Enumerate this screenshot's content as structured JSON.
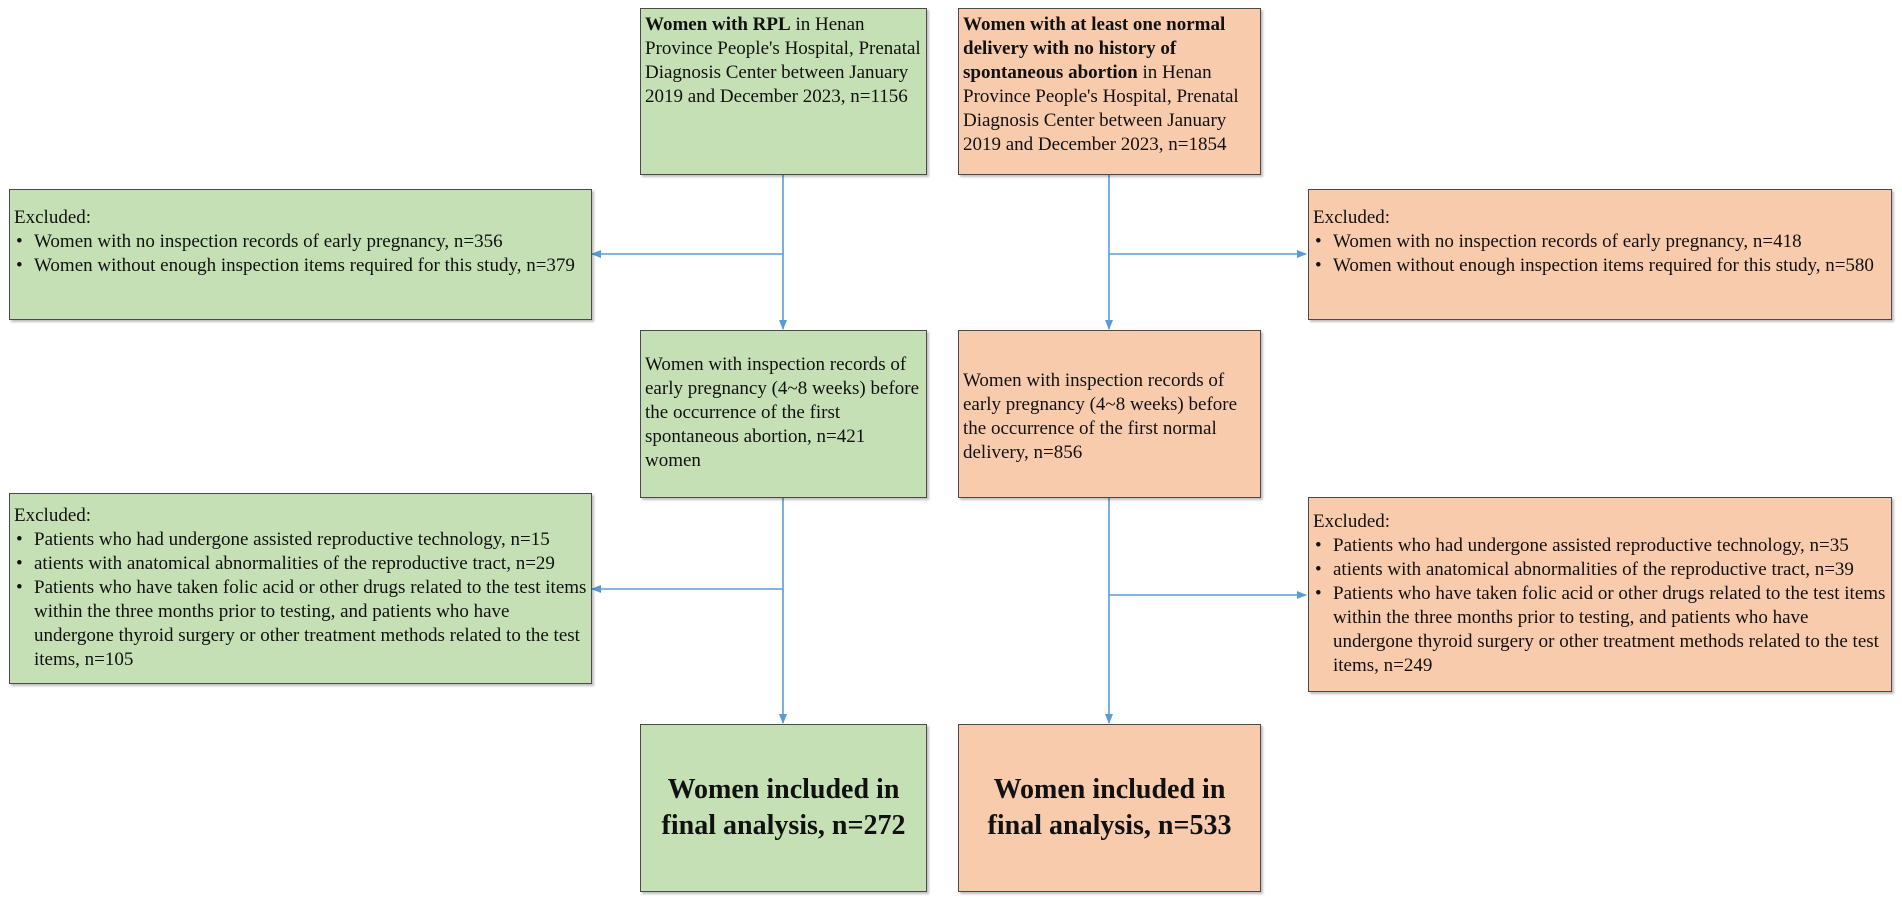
{
  "colors": {
    "green": "#c5e0b4",
    "orange": "#f8cbad",
    "arrow": "#5b9bd5"
  },
  "left": {
    "top_bold": "Women with RPL",
    "top_rest": " in Henan Province People's Hospital, Prenatal Diagnosis Center between January 2019 and December 2023, n=1156",
    "excluded1": {
      "title": "Excluded:",
      "items": [
        "Women with no inspection records of early pregnancy, n=356",
        "Women without enough inspection items required for this study, n=379"
      ]
    },
    "middle": "Women with inspection records of early pregnancy (4~8 weeks) before the occurrence of the first spontaneous abortion, n=421 women",
    "excluded2": {
      "title": "Excluded:",
      "items": [
        "Patients who had undergone assisted reproductive technology, n=15",
        "atients with anatomical abnormalities of the reproductive tract, n=29",
        "Patients who have taken folic acid or other drugs related to the test items within the three months prior to testing, and patients who have undergone thyroid surgery or other treatment methods related to the test items, n=105"
      ]
    },
    "final": "Women included in final analysis, n=272"
  },
  "right": {
    "top_bold": "Women with at least one normal delivery with no history of spontaneous abortion",
    "top_rest": " in Henan Province People's Hospital, Prenatal Diagnosis Center between January 2019 and December 2023, n=1854",
    "excluded1": {
      "title": "Excluded:",
      "items": [
        "Women with no inspection records of early pregnancy, n=418",
        "Women without enough inspection items required for this study, n=580"
      ]
    },
    "middle": "Women with inspection records of early pregnancy (4~8 weeks) before the occurrence of the first normal delivery, n=856",
    "excluded2": {
      "title": "Excluded:",
      "items": [
        "Patients who had undergone assisted reproductive technology, n=35",
        "atients with anatomical abnormalities of the reproductive tract, n=39",
        "Patients who have taken folic acid or other drugs related to the test items within the three months prior to testing, and patients who have undergone thyroid surgery or other treatment methods related to the test items, n=249"
      ]
    },
    "final": "Women included in final analysis, n=533"
  }
}
